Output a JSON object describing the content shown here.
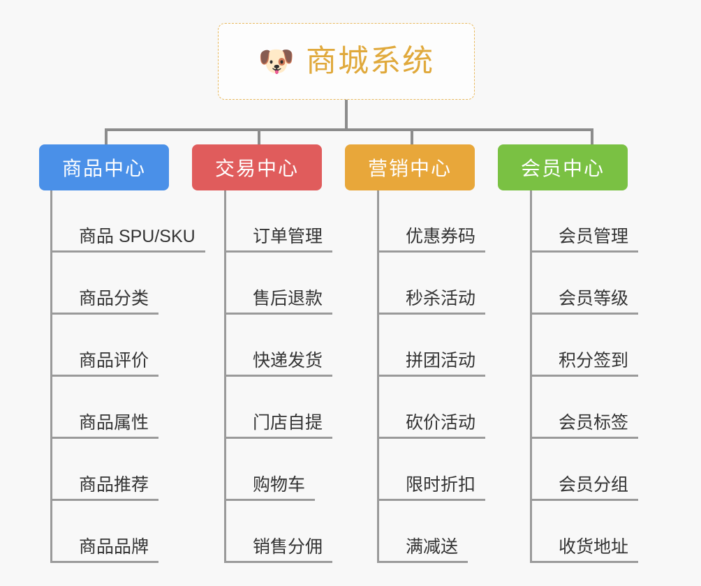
{
  "background_color": "#f8f8f8",
  "root": {
    "icon": "dog-face-emoji",
    "emoji": "🐶",
    "title": "商城系统",
    "text_color": "#e0a93c",
    "border_color": "#e8b85c"
  },
  "branches": [
    {
      "id": "product-center",
      "label": "商品中心",
      "color": "#4a90e8",
      "items": [
        "商品 SPU/SKU",
        "商品分类",
        "商品评价",
        "商品属性",
        "商品推荐",
        "商品品牌"
      ]
    },
    {
      "id": "trade-center",
      "label": "交易中心",
      "color": "#e05c5c",
      "items": [
        "订单管理",
        "售后退款",
        "快递发货",
        "门店自提",
        "购物车",
        "销售分佣"
      ]
    },
    {
      "id": "marketing-center",
      "label": "营销中心",
      "color": "#e8a73a",
      "items": [
        "优惠券码",
        "秒杀活动",
        "拼团活动",
        "砍价活动",
        "限时折扣",
        "满减送"
      ]
    },
    {
      "id": "member-center",
      "label": "会员中心",
      "color": "#7ac143",
      "items": [
        "会员管理",
        "会员等级",
        "积分签到",
        "会员标签",
        "会员分组",
        "收货地址"
      ]
    }
  ],
  "connector_color": "#8c8c8c",
  "leaf_line_color": "#9a9a9a",
  "leaf_text_color": "#333333"
}
